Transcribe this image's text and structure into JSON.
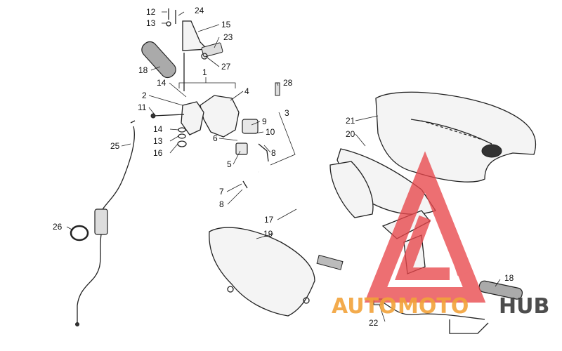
{
  "diagram": {
    "callouts": [
      "1",
      "2",
      "3",
      "4",
      "5",
      "6",
      "7",
      "8",
      "8",
      "9",
      "10",
      "11",
      "12",
      "13",
      "13",
      "14",
      "14",
      "15",
      "16",
      "17",
      "18",
      "18",
      "19",
      "20",
      "21",
      "22",
      "23",
      "24",
      "25",
      "26",
      "27",
      "28"
    ]
  },
  "watermark": {
    "word_a": "AUTO",
    "word_b": "MOTO",
    "word_c": "HUB",
    "color_a": "#f2a33a",
    "color_b": "#f2a33a",
    "color_c": "#3a3a3a",
    "logo_color": "#e8474b"
  }
}
